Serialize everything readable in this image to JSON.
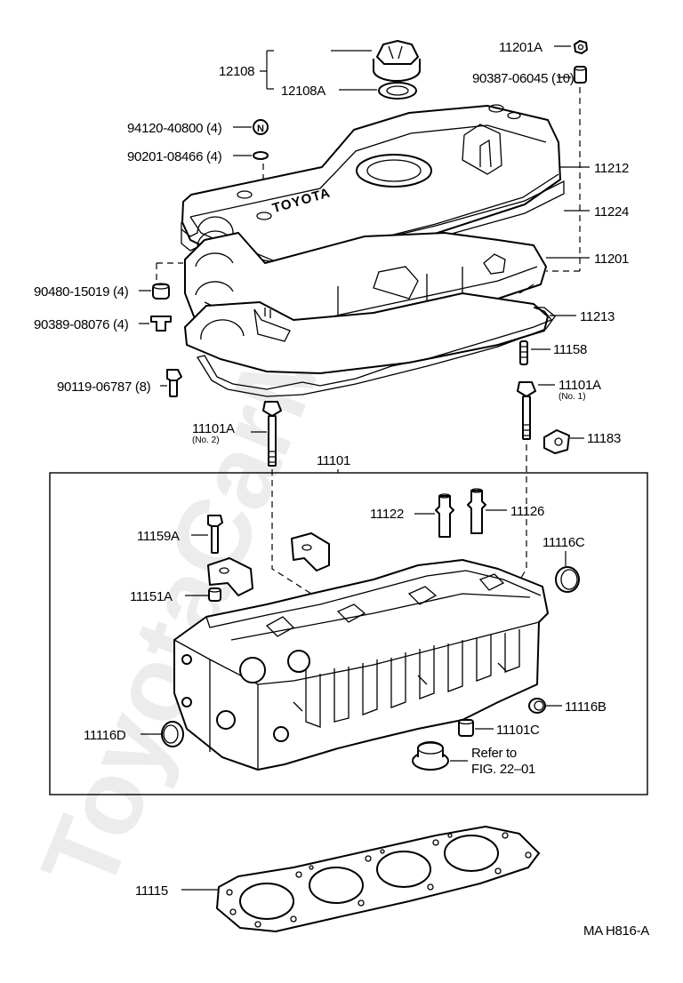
{
  "diagram": {
    "watermark": "ToyotaCarMi.ru",
    "figure_code": "MA  H816-A",
    "labels": {
      "p12108": "12108",
      "p12108A": "12108A",
      "p11201A": "11201A",
      "p90387": "90387-06045 (10)",
      "p94120": "94120-40800 (4)",
      "p90201": "90201-08466 (4)",
      "p11212": "11212",
      "p11224": "11224",
      "p11201": "11201",
      "p90480": "90480-15019 (4)",
      "p90389": "90389-08076 (4)",
      "p11213": "11213",
      "p11158": "11158",
      "p90119": "90119-06787 (8)",
      "p11101A_1": "11101A",
      "p11101A_1_sub": "(No. 1)",
      "p11101A_2": "11101A",
      "p11101A_2_sub": "(No. 2)",
      "p11183": "11183",
      "p11101": "11101",
      "p11122": "11122",
      "p11126": "11126",
      "p11159A": "11159A",
      "p11116C": "11116C",
      "p11151A": "11151A",
      "p11116B": "11116B",
      "p11116D": "11116D",
      "p11101C": "11101C",
      "refer_1": "Refer to",
      "refer_2": "FIG. 22–01",
      "p11115": "11115",
      "cover_text": "TOYOTA",
      "n_mark": "N"
    }
  }
}
